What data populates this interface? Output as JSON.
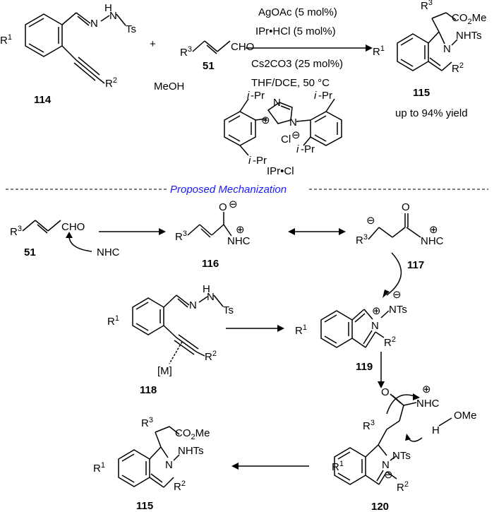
{
  "top": {
    "reagent_114_label": "114",
    "reagent_51_label": "51",
    "product_115_label": "115",
    "solvent": "MeOH",
    "cond_line1": "AgOAc (5 mol%)",
    "cond_line2": "IPr•HCl (5 mol%)",
    "cond_line3": "Cs2CO3 (25 mol%)",
    "cond_line4": "THF/DCE, 50 °C",
    "yield": "up to 94% yield",
    "ipr_label": "IPr•Cl",
    "plus": "+"
  },
  "section_title": "Proposed Mechanization",
  "mechanism": {
    "c51": "51",
    "c116": "116",
    "c117": "117",
    "c118": "118",
    "c119": "119",
    "c120": "120",
    "c115": "115",
    "nhc": "NHC",
    "ome": "OMe",
    "m": "[M]"
  }
}
